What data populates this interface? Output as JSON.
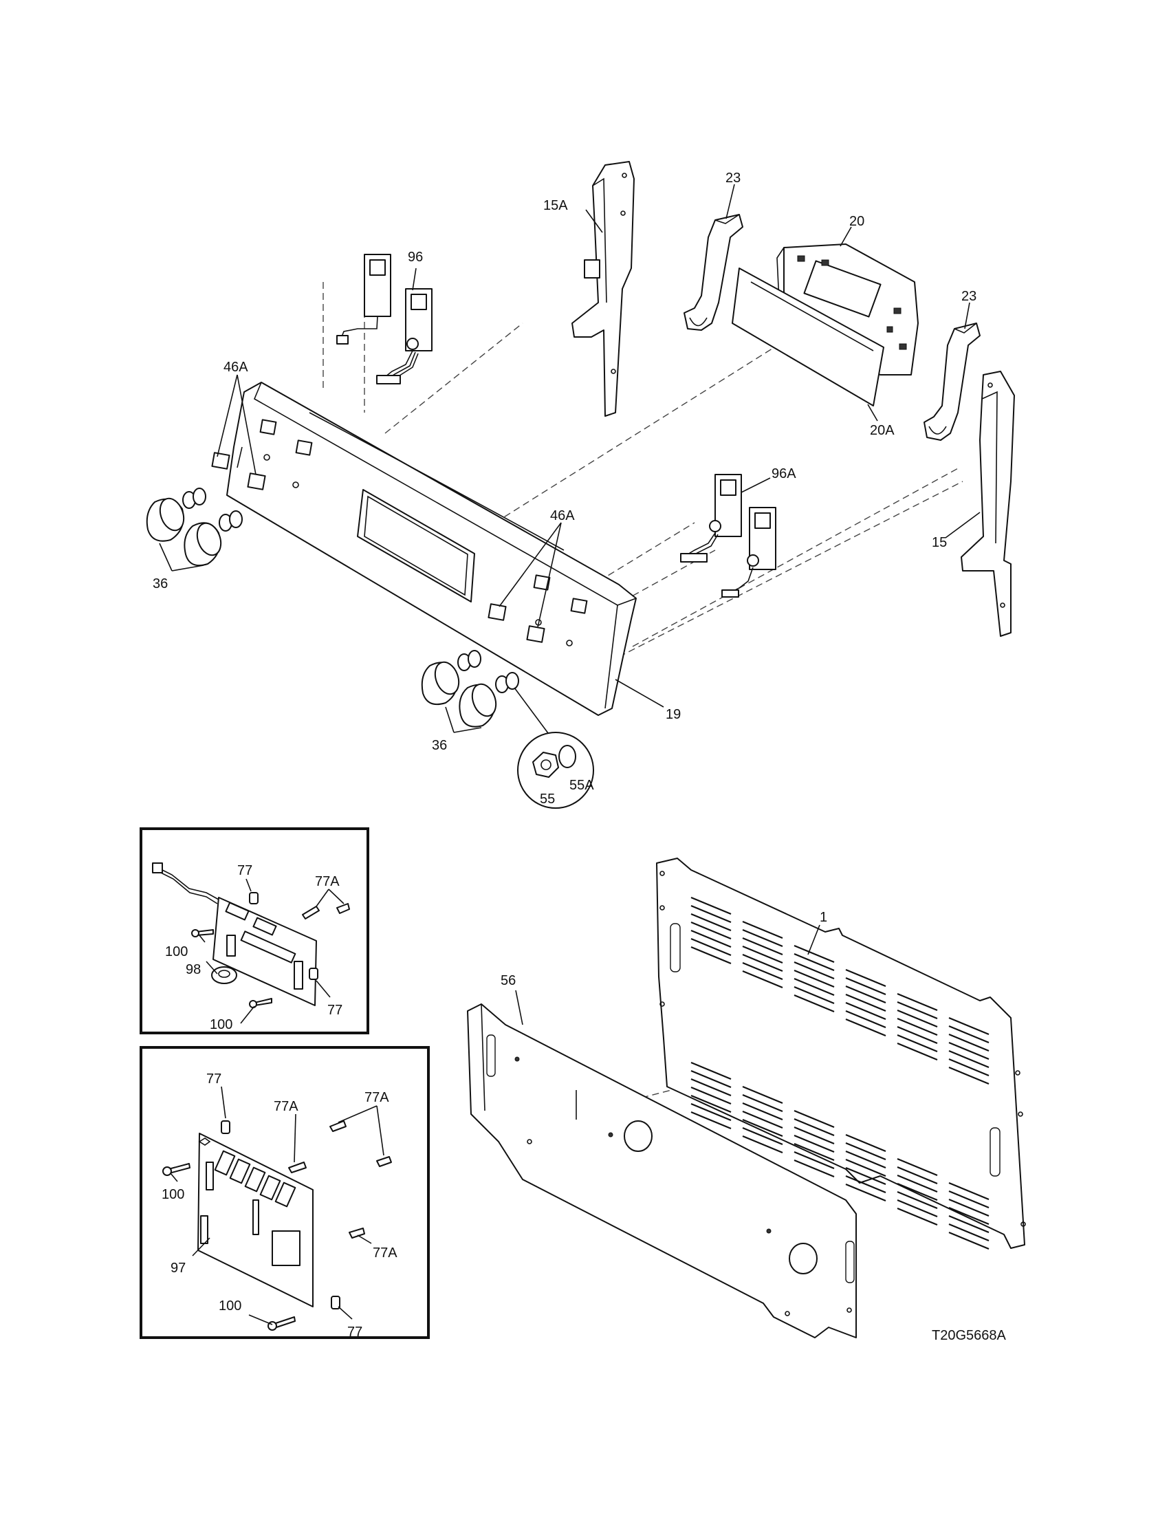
{
  "drawing_code": "T20G5668A",
  "callouts": {
    "c1": "1",
    "c15": "15",
    "c15a": "15A",
    "c19": "19",
    "c20": "20",
    "c20a": "20A",
    "c23a": "23",
    "c23b": "23",
    "c36a": "36",
    "c36b": "36",
    "c46aa": "46A",
    "c46ab": "46A",
    "c55": "55",
    "c55a": "55A",
    "c56": "56",
    "c96": "96",
    "c96a": "96A",
    "inset1_77a": "77",
    "inset1_77b": "77",
    "inset1_77A": "77A",
    "inset1_100a": "100",
    "inset1_100b": "100",
    "inset1_98": "98",
    "inset2_77a": "77",
    "inset2_77b": "77",
    "inset2_77Aa": "77A",
    "inset2_77Ab": "77A",
    "inset2_77Ac": "77A",
    "inset2_100a": "100",
    "inset2_100b": "100",
    "inset2_97": "97"
  }
}
